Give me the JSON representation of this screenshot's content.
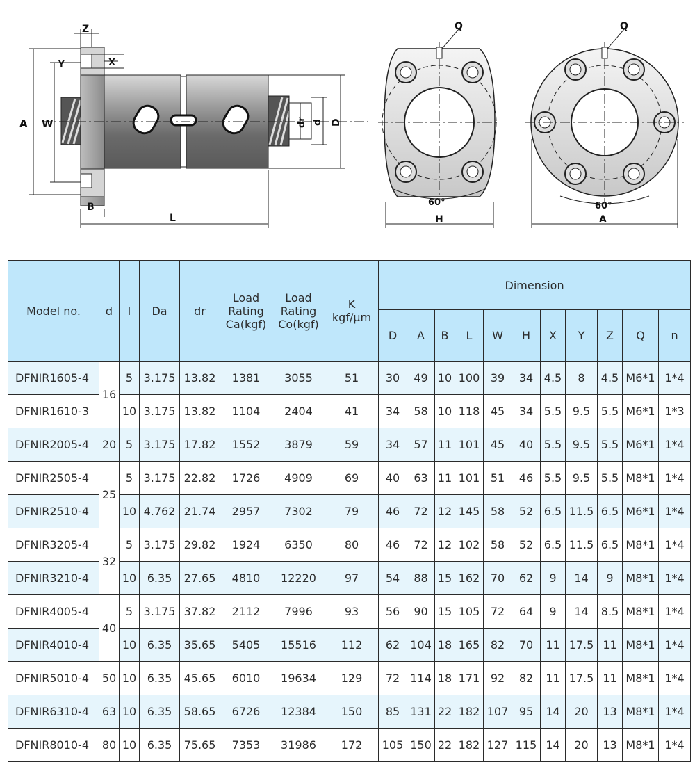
{
  "drawing": {
    "labels": {
      "z": "Z",
      "y": "Y",
      "x": "X",
      "a": "A",
      "w": "W",
      "b": "B",
      "l": "L",
      "dr": "dr",
      "d": "d",
      "d_outer": "D",
      "q1": "Q",
      "q2": "Q",
      "angle1": "60°",
      "angle2": "60°",
      "h": "H",
      "a2": "A"
    }
  },
  "table": {
    "headers": {
      "model": "Model no.",
      "d": "d",
      "l": "l",
      "da": "Da",
      "dr": "dr",
      "ca_line1": "Load",
      "ca_line2": "Rating",
      "ca_line3": "Ca(kgf)",
      "co_line1": "Load",
      "co_line2": "Rating",
      "co_line3": "Co(kgf)",
      "k_line1": "K",
      "k_line2": "kgf/μm",
      "dimension": "Dimension",
      "dim_cols": [
        "D",
        "A",
        "B",
        "L",
        "W",
        "H",
        "X",
        "Y",
        "Z",
        "Q",
        "n"
      ]
    },
    "groups": [
      {
        "d": "16",
        "rows": [
          {
            "model": "DFNIR1605-4",
            "l": "5",
            "da": "3.175",
            "dr": "13.82",
            "ca": "1381",
            "co": "3055",
            "k": "51",
            "dims": [
              "30",
              "49",
              "10",
              "100",
              "39",
              "34",
              "4.5",
              "8",
              "4.5",
              "M6*1",
              "1*4"
            ]
          },
          {
            "model": "DFNIR1610-3",
            "l": "10",
            "da": "3.175",
            "dr": "13.82",
            "ca": "1104",
            "co": "2404",
            "k": "41",
            "dims": [
              "34",
              "58",
              "10",
              "118",
              "45",
              "34",
              "5.5",
              "9.5",
              "5.5",
              "M6*1",
              "1*3"
            ]
          }
        ]
      },
      {
        "d": "20",
        "rows": [
          {
            "model": "DFNIR2005-4",
            "l": "5",
            "da": "3.175",
            "dr": "17.82",
            "ca": "1552",
            "co": "3879",
            "k": "59",
            "dims": [
              "34",
              "57",
              "11",
              "101",
              "45",
              "40",
              "5.5",
              "9.5",
              "5.5",
              "M6*1",
              "1*4"
            ]
          }
        ]
      },
      {
        "d": "25",
        "rows": [
          {
            "model": "DFNIR2505-4",
            "l": "5",
            "da": "3.175",
            "dr": "22.82",
            "ca": "1726",
            "co": "4909",
            "k": "69",
            "dims": [
              "40",
              "63",
              "11",
              "101",
              "51",
              "46",
              "5.5",
              "9.5",
              "5.5",
              "M8*1",
              "1*4"
            ]
          },
          {
            "model": "DFNIR2510-4",
            "l": "10",
            "da": "4.762",
            "dr": "21.74",
            "ca": "2957",
            "co": "7302",
            "k": "79",
            "dims": [
              "46",
              "72",
              "12",
              "145",
              "58",
              "52",
              "6.5",
              "11.5",
              "6.5",
              "M6*1",
              "1*4"
            ]
          }
        ]
      },
      {
        "d": "32",
        "rows": [
          {
            "model": "DFNIR3205-4",
            "l": "5",
            "da": "3.175",
            "dr": "29.82",
            "ca": "1924",
            "co": "6350",
            "k": "80",
            "dims": [
              "46",
              "72",
              "12",
              "102",
              "58",
              "52",
              "6.5",
              "11.5",
              "6.5",
              "M8*1",
              "1*4"
            ]
          },
          {
            "model": "DFNIR3210-4",
            "l": "10",
            "da": "6.35",
            "dr": "27.65",
            "ca": "4810",
            "co": "12220",
            "k": "97",
            "dims": [
              "54",
              "88",
              "15",
              "162",
              "70",
              "62",
              "9",
              "14",
              "9",
              "M8*1",
              "1*4"
            ]
          }
        ]
      },
      {
        "d": "40",
        "rows": [
          {
            "model": "DFNIR4005-4",
            "l": "5",
            "da": "3.175",
            "dr": "37.82",
            "ca": "2112",
            "co": "7996",
            "k": "93",
            "dims": [
              "56",
              "90",
              "15",
              "105",
              "72",
              "64",
              "9",
              "14",
              "8.5",
              "M8*1",
              "1*4"
            ]
          },
          {
            "model": "DFNIR4010-4",
            "l": "10",
            "da": "6.35",
            "dr": "35.65",
            "ca": "5405",
            "co": "15516",
            "k": "112",
            "dims": [
              "62",
              "104",
              "18",
              "165",
              "82",
              "70",
              "11",
              "17.5",
              "11",
              "M8*1",
              "1*4"
            ]
          }
        ]
      },
      {
        "d": "50",
        "rows": [
          {
            "model": "DFNIR5010-4",
            "l": "10",
            "da": "6.35",
            "dr": "45.65",
            "ca": "6010",
            "co": "19634",
            "k": "129",
            "dims": [
              "72",
              "114",
              "18",
              "171",
              "92",
              "82",
              "11",
              "17.5",
              "11",
              "M8*1",
              "1*4"
            ]
          }
        ]
      },
      {
        "d": "63",
        "rows": [
          {
            "model": "DFNIR6310-4",
            "l": "10",
            "da": "6.35",
            "dr": "58.65",
            "ca": "6726",
            "co": "12384",
            "k": "150",
            "dims": [
              "85",
              "131",
              "22",
              "182",
              "107",
              "95",
              "14",
              "20",
              "13",
              "M8*1",
              "1*4"
            ]
          }
        ]
      },
      {
        "d": "80",
        "rows": [
          {
            "model": "DFNIR8010-4",
            "l": "10",
            "da": "6.35",
            "dr": "75.65",
            "ca": "7353",
            "co": "31986",
            "k": "172",
            "dims": [
              "105",
              "150",
              "22",
              "182",
              "127",
              "115",
              "14",
              "20",
              "13",
              "M8*1",
              "1*4"
            ]
          }
        ]
      }
    ]
  }
}
